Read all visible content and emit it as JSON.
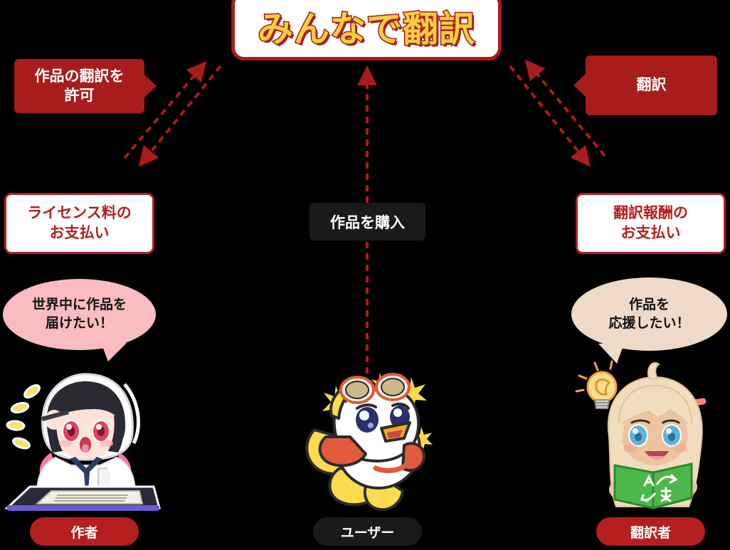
{
  "title_logo": {
    "text": "みんなで翻訳",
    "fill_color": "#f7cf3e",
    "outline_color": "#a81c1c",
    "box_color": "#ffffff"
  },
  "flow_labels": {
    "allow_translation": "作品の翻訳を\n許可",
    "translate": "翻訳",
    "license_fee_payment": "ライセンス料の\nお支払い",
    "translation_reward_payment": "翻訳報酬の\nお支払い",
    "purchase_work": "作品を購入"
  },
  "bubbles": {
    "author": "世界中に作品を\n届けたい！",
    "translator": "作品を\n応援したい！"
  },
  "roles": {
    "author": "作者",
    "user": "ユーザー",
    "translator": "翻訳者"
  },
  "characters": {
    "author": "author-illustration-girl-drawing-tablet",
    "user": "user-illustration-bird-mascot-goggles",
    "translator": "translator-illustration-girl-reading-book"
  },
  "arrows": {
    "left_up": "dashed-arrow-author-to-logo",
    "left_down": "dashed-arrow-logo-to-author",
    "right_up": "dashed-arrow-translator-to-logo",
    "right_down": "dashed-arrow-logo-to-translator",
    "center_up": "dashed-arrow-user-to-logo",
    "color": "#a81c1c"
  },
  "colors": {
    "background": "#000000",
    "brand_red": "#a81c1c",
    "outline_red": "#b61f1f",
    "dark": "#1a1a1a",
    "bubble_pink": "#f9bcc0",
    "bubble_beige": "#eedac7",
    "logo_yellow": "#f7cf3e"
  }
}
